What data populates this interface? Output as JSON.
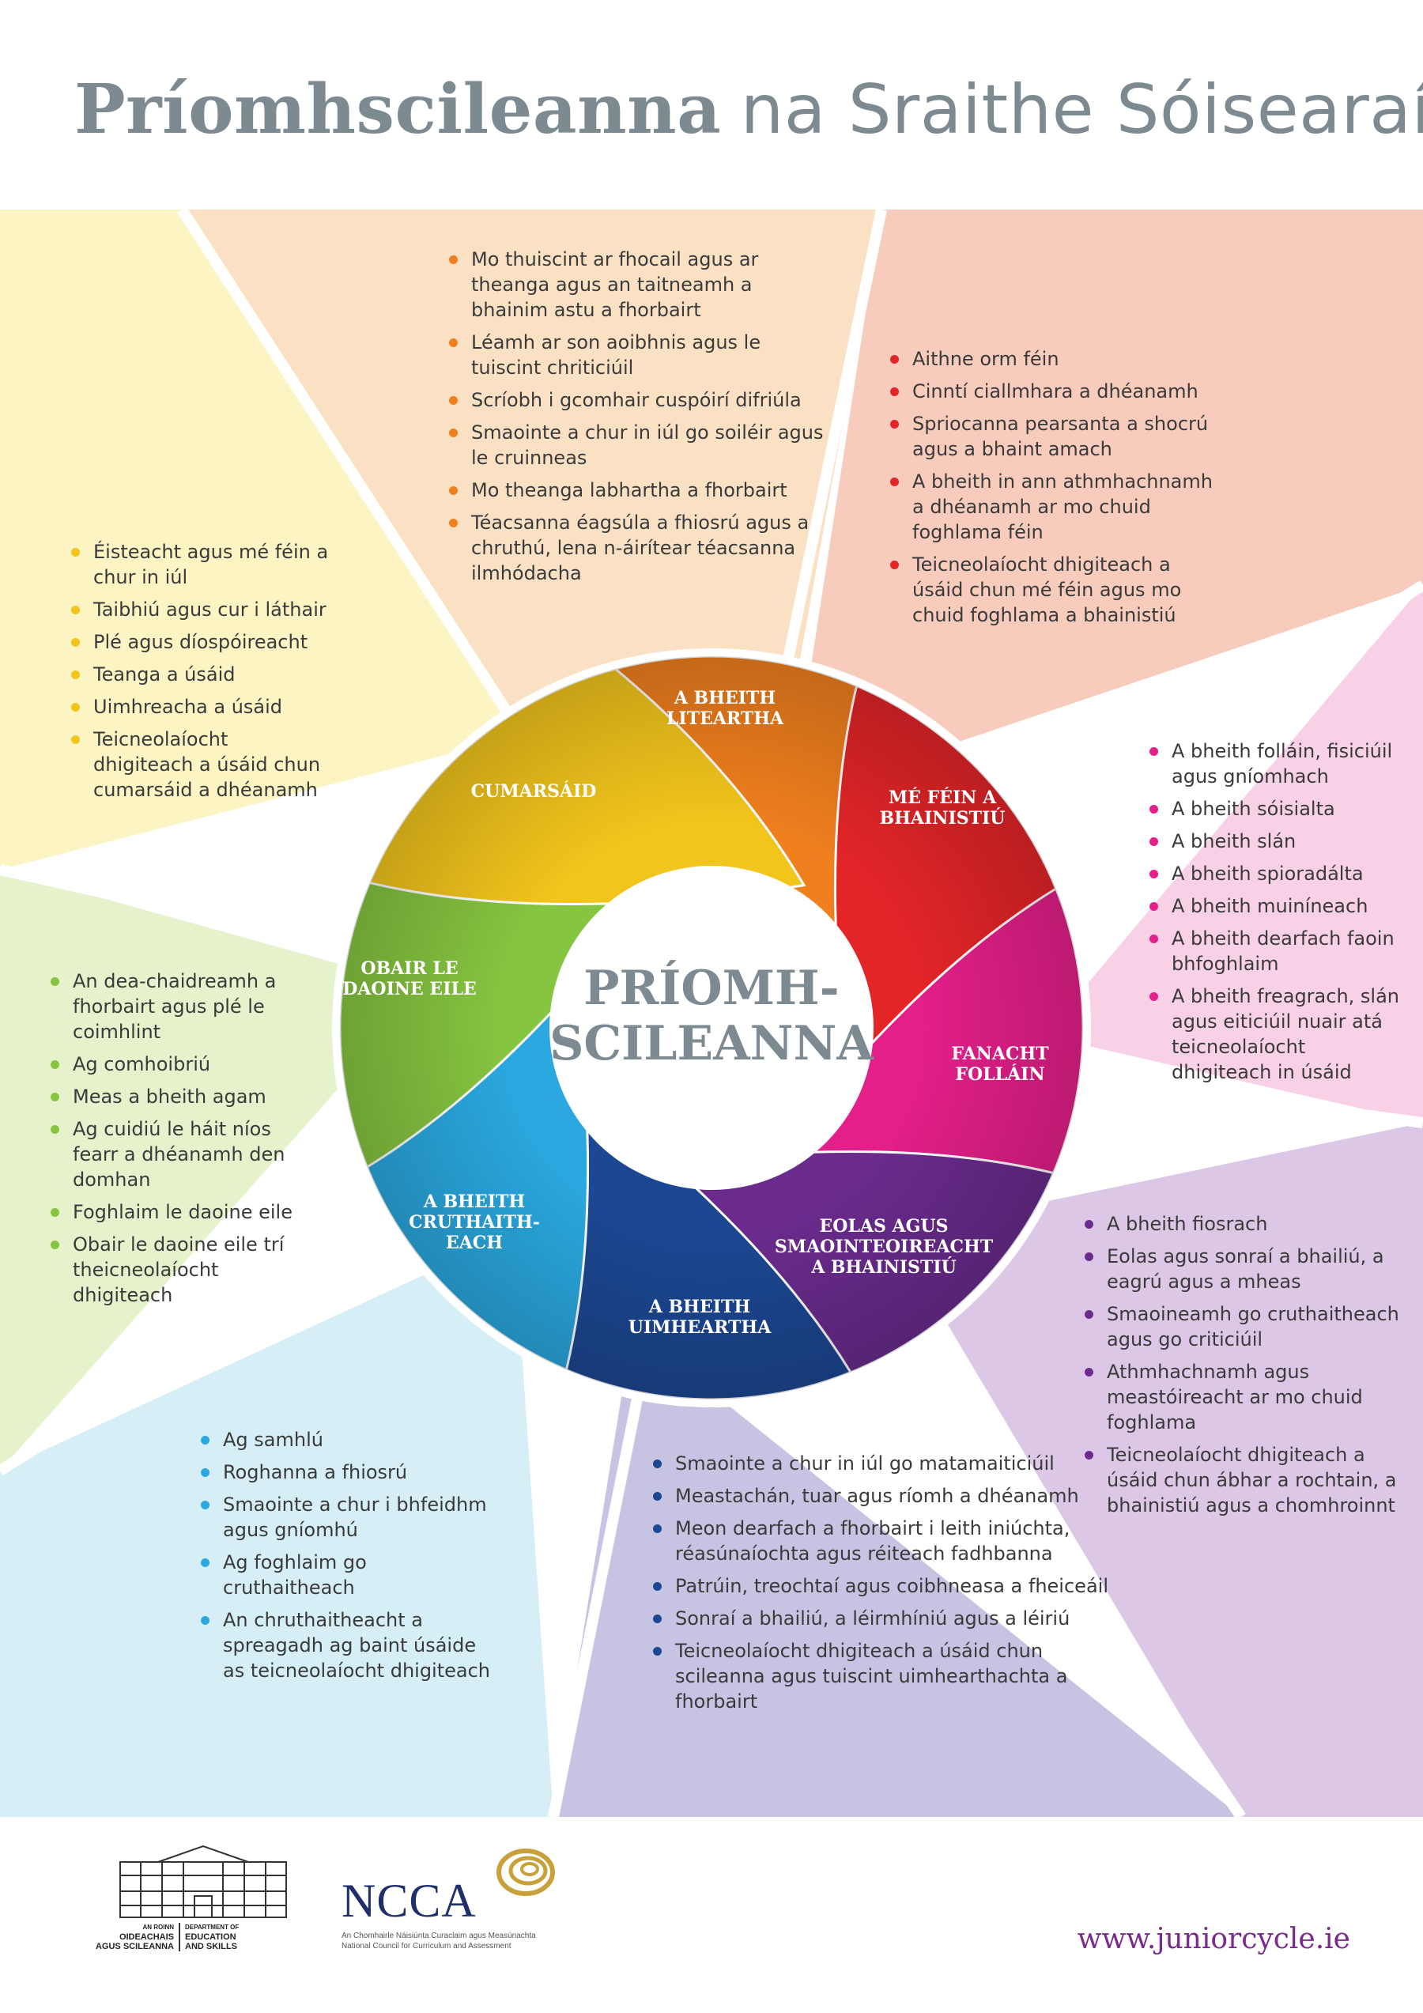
{
  "title": {
    "bold": "Príomhscileanna",
    "light": "na Sraithe Sóisearaí"
  },
  "center": {
    "line1": "PRÍOMH-",
    "line2": "SCILEANNA"
  },
  "colors": {
    "literacy": "#f07f1e",
    "self": "#e42528",
    "wellbeing": "#e51f8a",
    "info": "#6a2b8d",
    "numeracy": "#1c4792",
    "creative": "#2aa8df",
    "others": "#86c540",
    "comm": "#f2c51c",
    "title": "#7d8a91"
  },
  "skills": [
    {
      "id": "literacy",
      "label1": "A BHEITH",
      "label2": "LITEARTHA",
      "label3": ""
    },
    {
      "id": "self",
      "label1": "MÉ FÉIN A",
      "label2": "BHAINISTIÚ",
      "label3": ""
    },
    {
      "id": "wellbeing",
      "label1": "FANACHT",
      "label2": "FOLLÁIN",
      "label3": ""
    },
    {
      "id": "info",
      "label1": "EOLAS AGUS",
      "label2": "SMAOINTEOIREACHT",
      "label3": "A BHAINISTIÚ"
    },
    {
      "id": "numeracy",
      "label1": "A BHEITH",
      "label2": "UIMHEARTHA",
      "label3": ""
    },
    {
      "id": "creative",
      "label1": "A BHEITH",
      "label2": "CRUTHAITH-",
      "label3": "EACH"
    },
    {
      "id": "others",
      "label1": "OBAIR LE",
      "label2": "DAOINE EILE",
      "label3": ""
    },
    {
      "id": "comm",
      "label1": "CUMARSÁID",
      "label2": "",
      "label3": ""
    }
  ],
  "lists": {
    "literacy": [
      "Mo thuiscint ar fhocail agus ar theanga agus an taitneamh a bhainim astu a fhorbairt",
      "Léamh ar son aoibhnis agus le tuiscint chriticiúil",
      "Scríobh i gcomhair cuspóirí difriúla",
      "Smaointe a chur in iúl go soiléir agus le cruinneas",
      "Mo theanga labhartha a fhorbairt",
      "Téacsanna éagsúla a fhiosrú agus a chruthú, lena n-áirítear téacsanna ilmhódacha"
    ],
    "self": [
      "Aithne orm féin",
      "Cinntí ciallmhara a dhéanamh",
      "Spriocanna pearsanta a shocrú agus a bhaint amach",
      "A bheith in ann athmhachnamh a dhéanamh ar mo chuid foghlama féin",
      "Teicneolaíocht dhigiteach a úsáid chun mé féin agus mo chuid foghlama a bhainistiú"
    ],
    "comm": [
      "Éisteacht agus mé féin a chur in iúl",
      "Taibhiú agus cur i láthair",
      "Plé agus díospóireacht",
      "Teanga a úsáid",
      "Uimhreacha a úsáid",
      "Teicneolaíocht dhigiteach a úsáid chun cumarsáid a dhéanamh"
    ],
    "wellbeing": [
      "A bheith folláin, fisiciúil agus gníomhach",
      "A bheith sóisialta",
      "A bheith slán",
      "A bheith spioradálta",
      "A bheith muiníneach",
      "A bheith dearfach faoin bhfoghlaim",
      "A bheith freagrach, slán agus eiticiúil nuair atá teicneolaíocht dhigiteach in úsáid"
    ],
    "others": [
      "An dea-chaidreamh a fhorbairt agus plé le coimhlint",
      "Ag comhoibriú",
      "Meas a bheith agam",
      "Ag cuidiú le háit níos fearr a dhéanamh den domhan",
      "Foghlaim le daoine eile",
      "Obair le daoine eile trí theicneolaíocht dhigiteach"
    ],
    "info": [
      "A bheith fiosrach",
      "Eolas agus sonraí a bhailiú, a eagrú agus a mheas",
      "Smaoineamh go cruthaitheach agus go criticiúil",
      "Athmhachnamh agus meastóireacht ar mo chuid foghlama",
      "Teicneolaíocht dhigiteach a úsáid chun ábhar a rochtain, a bhainistiú agus a chomhroinnt"
    ],
    "creative": [
      "Ag samhlú",
      "Roghanna a fhiosrú",
      "Smaointe a chur i bhfeidhm agus gníomhú",
      "Ag foghlaim go cruthaitheach",
      "An chruthaitheacht a spreagadh ag baint úsáide as teicneolaíocht dhigiteach"
    ],
    "numeracy": [
      "Smaointe a chur in iúl go matamaiticiúil",
      "Meastachán, tuar agus ríomh a dhéanamh",
      "Meon dearfach a fhorbairt i leith iniúchta, réasúnaíochta agus réiteach fadhbanna",
      "Patrúin, treochtaí agus coibhneasa a fheiceáil",
      "Sonraí a bhailiú, a léirmhíniú agus a léiriú",
      "Teicneolaíocht dhigiteach a úsáid chun scileanna agus tuiscint uimhearthachta a fhorbairt"
    ]
  },
  "footer": {
    "dept_ga1": "AN ROINN",
    "dept_ga2": "OIDEACHAIS",
    "dept_ga3": "AGUS SCILEANNA",
    "dept_en1": "DEPARTMENT OF",
    "dept_en2": "EDUCATION",
    "dept_en3": "AND SKILLS",
    "ncca": "NCCA",
    "ncca_sub1": "An Chomhairle Náisiúnta Curaclaim agus Measúnachta",
    "ncca_sub2": "National Council for Curriculum and Assessment",
    "url": "www.juniorcycle.ie"
  }
}
